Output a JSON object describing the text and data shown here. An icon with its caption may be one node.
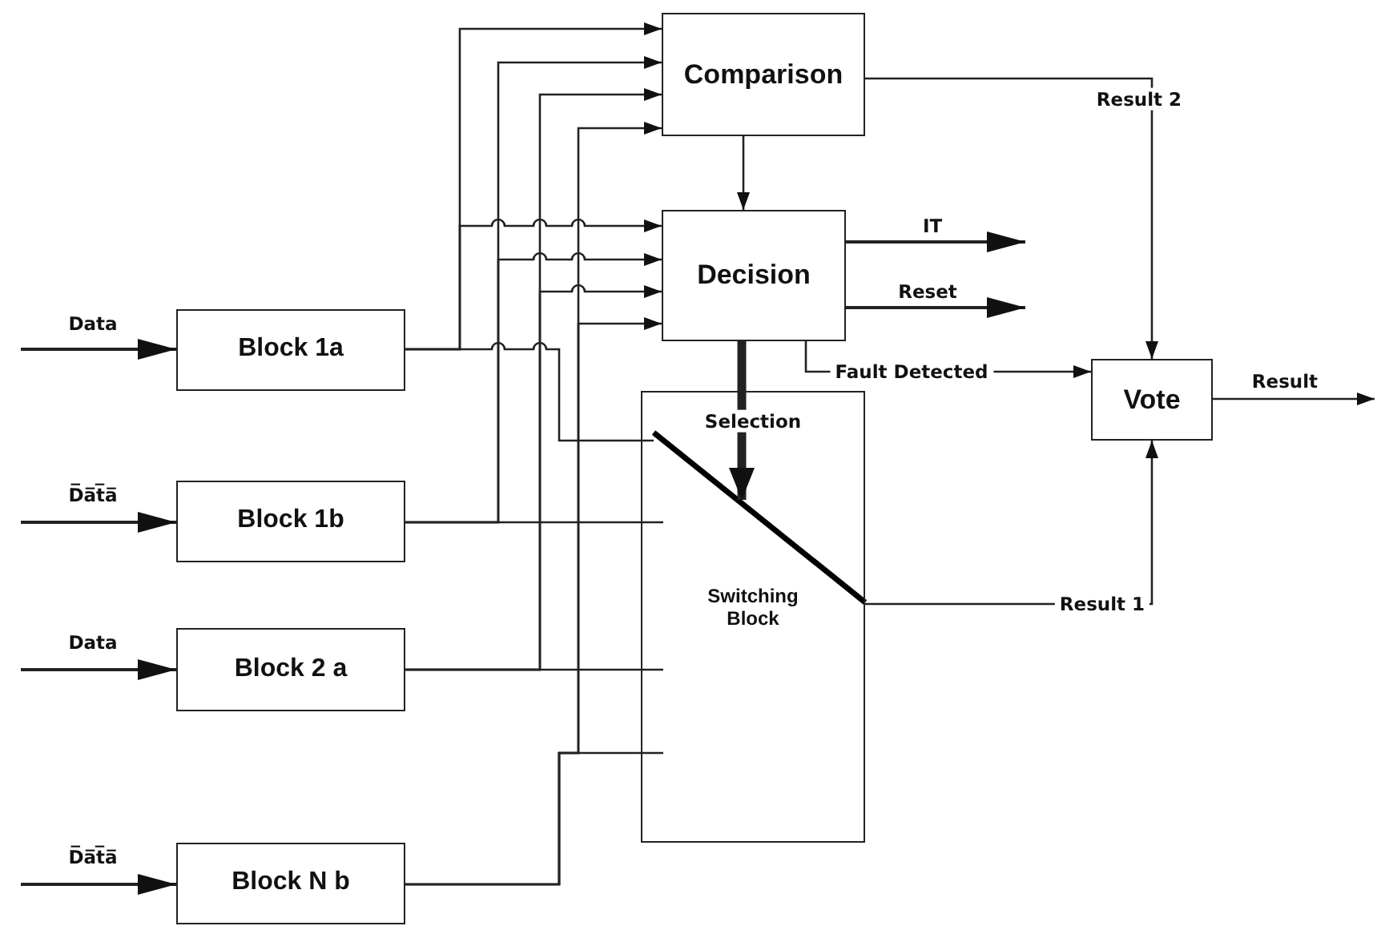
{
  "diagram": {
    "nodes": [
      {
        "text": [
          "Block 1a"
        ]
      },
      {
        "text": [
          "Block 1b"
        ]
      },
      {
        "text": [
          "Block 2 a"
        ]
      },
      {
        "text": [
          "Block N b"
        ]
      },
      {
        "text": [
          "Comparison"
        ]
      },
      {
        "text": [
          "Decision"
        ]
      },
      {
        "text": [
          "Switching Block"
        ]
      },
      {
        "text": [
          "Vote"
        ]
      }
    ],
    "edges": [
      {
        "from": null,
        "to": 0,
        "arrow": "to",
        "label": "Data"
      },
      {
        "from": null,
        "to": 1,
        "arrow": "to",
        "label": "D̅a̅t̅a̅"
      },
      {
        "from": null,
        "to": 2,
        "arrow": "to",
        "label": "Data"
      },
      {
        "from": null,
        "to": 3,
        "arrow": "to",
        "label": "D̅a̅t̅a̅"
      },
      {
        "from": 0,
        "to": 4,
        "arrow": "to"
      },
      {
        "from": 0,
        "to": 5,
        "arrow": "to"
      },
      {
        "from": 0,
        "to": 6,
        "arrow": "none"
      },
      {
        "from": 1,
        "to": 4,
        "arrow": "to"
      },
      {
        "from": 1,
        "to": 5,
        "arrow": "to"
      },
      {
        "from": 1,
        "to": 6,
        "arrow": "none"
      },
      {
        "from": 2,
        "to": 4,
        "arrow": "to"
      },
      {
        "from": 2,
        "to": 5,
        "arrow": "to"
      },
      {
        "from": 2,
        "to": 6,
        "arrow": "none"
      },
      {
        "from": 3,
        "to": 4,
        "arrow": "to"
      },
      {
        "from": 3,
        "to": 5,
        "arrow": "to"
      },
      {
        "from": 3,
        "to": 6,
        "arrow": "none"
      },
      {
        "from": 4,
        "to": 5,
        "arrow": "to"
      },
      {
        "from": 4,
        "to": 7,
        "arrow": "to",
        "label": "Result 2"
      },
      {
        "from": 5,
        "to": 6,
        "arrow": "to",
        "label": "Selection",
        "style": "thick"
      },
      {
        "from": 5,
        "to": null,
        "arrow": "to",
        "label": "IT"
      },
      {
        "from": 5,
        "to": null,
        "arrow": "to",
        "label": "Reset"
      },
      {
        "from": 5,
        "to": 7,
        "arrow": "to",
        "label": "Fault Detected"
      },
      {
        "from": 6,
        "to": 7,
        "arrow": "to",
        "label": "Result 1"
      },
      {
        "from": 7,
        "to": null,
        "arrow": "to",
        "label": "Result"
      }
    ]
  }
}
